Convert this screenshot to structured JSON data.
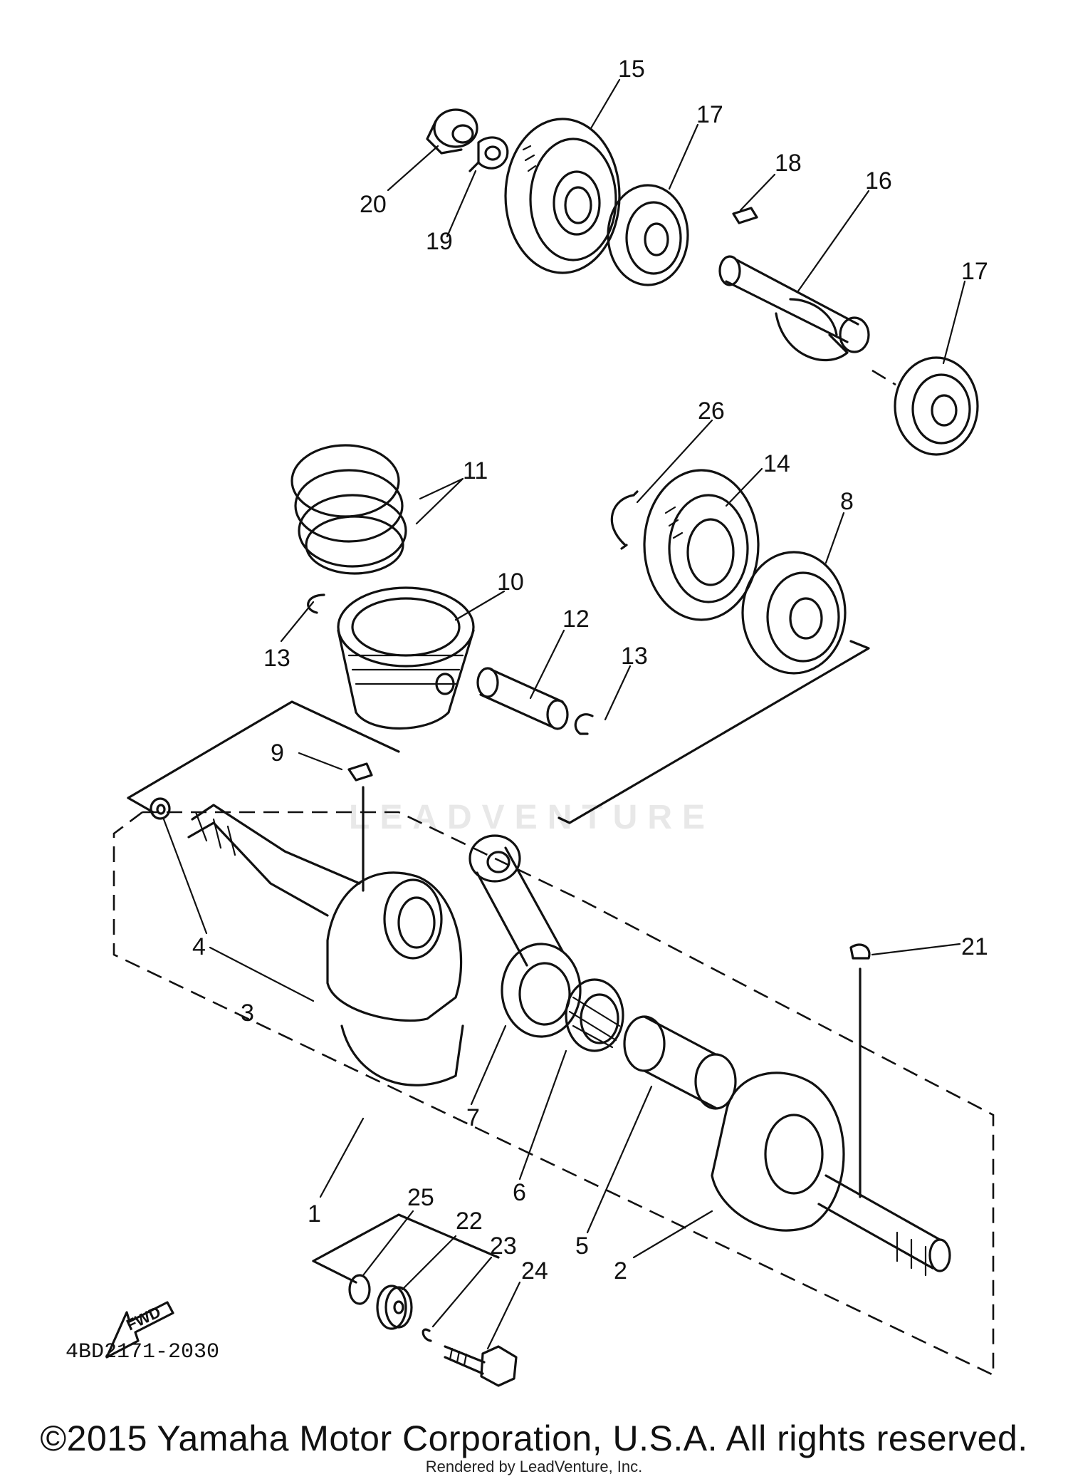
{
  "diagram": {
    "callouts": {
      "c1": "1",
      "c2": "2",
      "c3": "3",
      "c4": "4",
      "c5": "5",
      "c6": "6",
      "c7": "7",
      "c8": "8",
      "c9": "9",
      "c10": "10",
      "c11": "11",
      "c12": "12",
      "c13a": "13",
      "c13b": "13",
      "c14": "14",
      "c15": "15",
      "c16": "16",
      "c17a": "17",
      "c17b": "17",
      "c18": "18",
      "c19": "19",
      "c20": "20",
      "c21": "21",
      "c22": "22",
      "c23": "23",
      "c24": "24",
      "c25": "25",
      "c26": "26"
    },
    "fwd_label": "FWD",
    "figure_code": "4BD2171-2030",
    "watermark": "LEADVENTURE"
  },
  "footer": {
    "copyright": "©2015 Yamaha Motor Corporation, U.S.A. All rights reserved.",
    "rendered_by": "Rendered by LeadVenture, Inc."
  }
}
